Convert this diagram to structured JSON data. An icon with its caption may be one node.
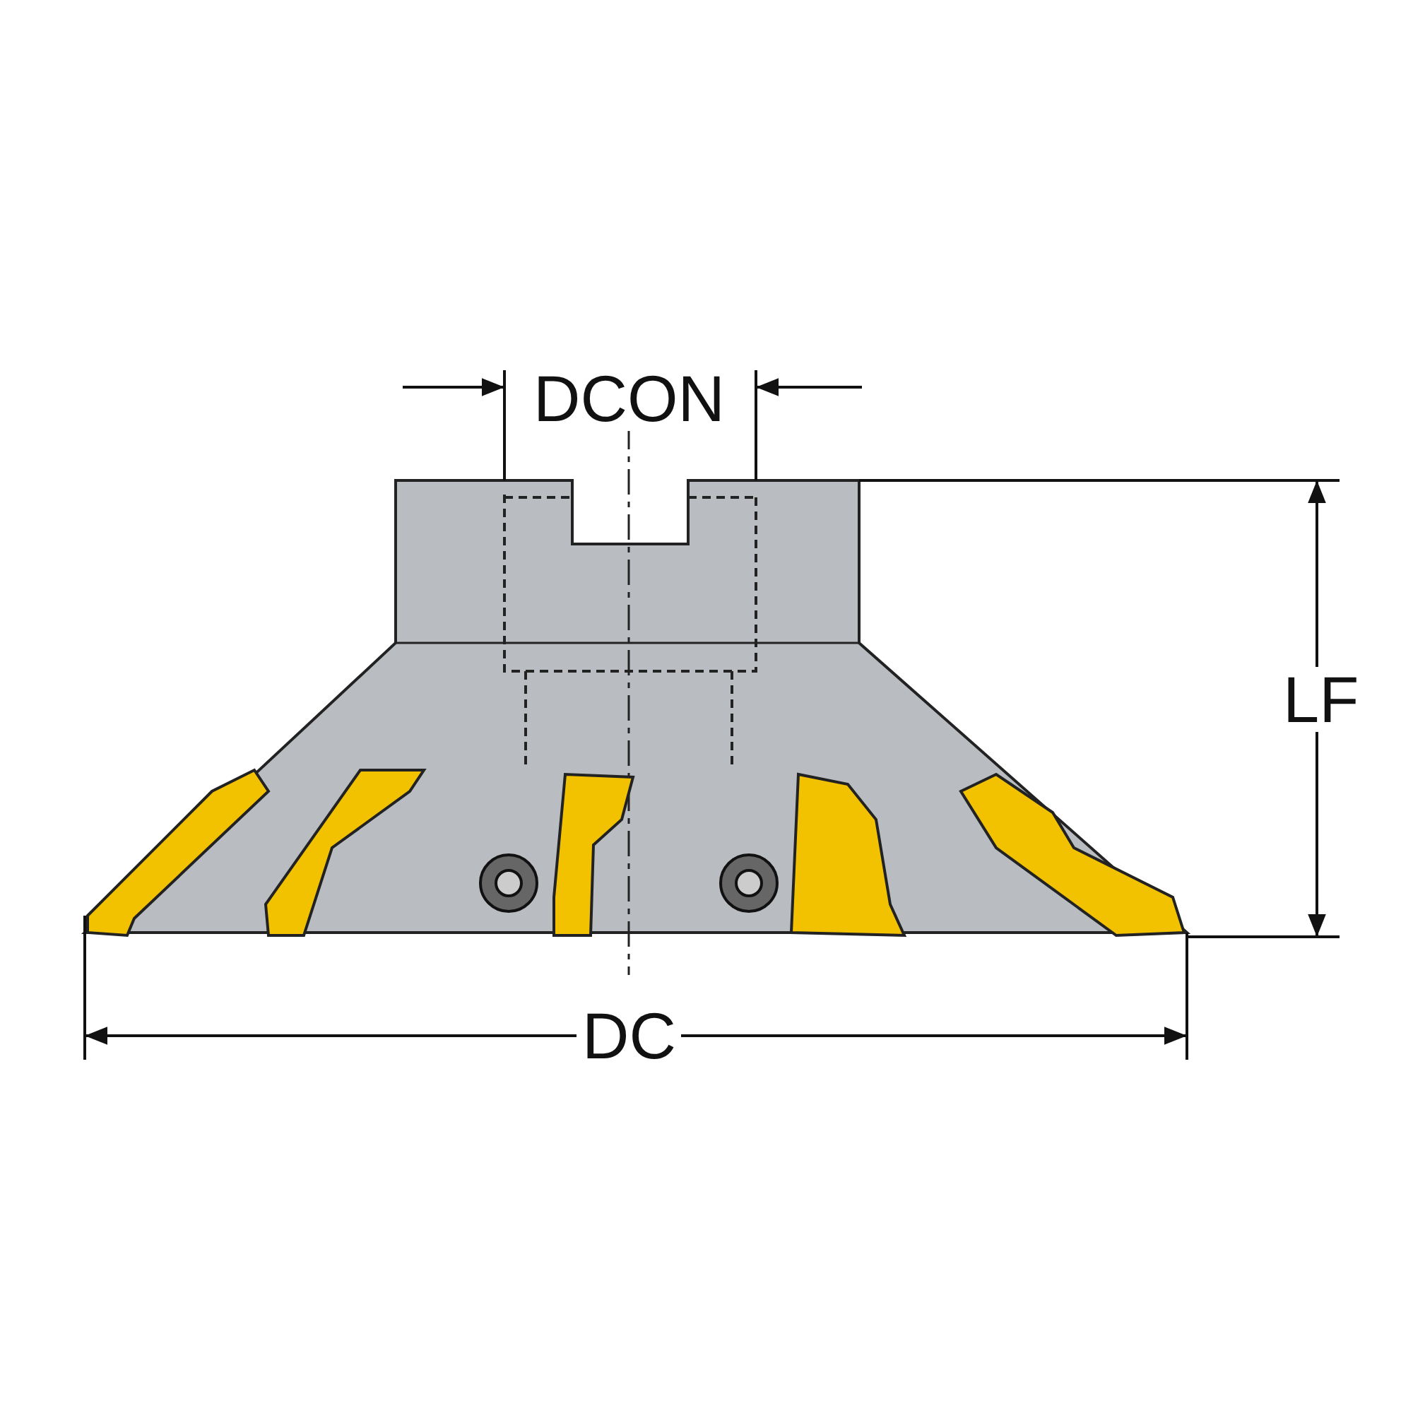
{
  "diagram": {
    "labels": [
      "DCON",
      "LF",
      "DC"
    ]
  }
}
